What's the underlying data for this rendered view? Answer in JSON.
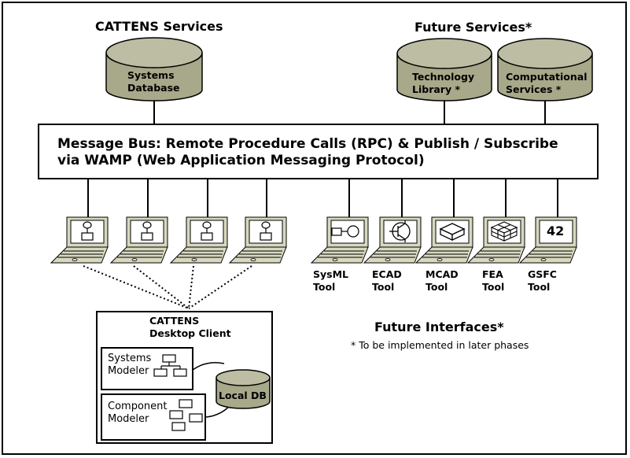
{
  "services": {
    "cattens_title": "CATTENS Services",
    "future_title": "Future Services*",
    "systems_db": [
      "Systems",
      "Database"
    ],
    "tech_library": [
      "Technology",
      "Library *"
    ],
    "comp_services": [
      "Computational",
      "Services *"
    ]
  },
  "bus": {
    "line1": "Message Bus:  Remote Procedure Calls (RPC) & Publish / Subscribe",
    "line2": "via WAMP (Web Application Messaging Protocol)"
  },
  "tools": [
    {
      "line1": "SysML",
      "line2": "Tool",
      "icon": "sysml-block-icon"
    },
    {
      "line1": "ECAD",
      "line2": "Tool",
      "icon": "transistor-icon"
    },
    {
      "line1": "MCAD",
      "line2": "Tool",
      "icon": "3d-box-icon"
    },
    {
      "line1": "FEA",
      "line2": "Tool",
      "icon": "mesh-cube-icon"
    },
    {
      "line1": "GSFC",
      "line2": "Tool",
      "icon_text": "42"
    }
  ],
  "future_interfaces": {
    "title": "Future Interfaces*",
    "note": "* To be implemented in later phases"
  },
  "desktop_client": {
    "title_line1": "CATTENS",
    "title_line2": "Desktop Client",
    "systems_modeler": [
      "Systems",
      "Modeler"
    ],
    "component_modeler": [
      "Component",
      "Modeler"
    ],
    "local_db": "Local DB"
  },
  "colors": {
    "cylinder_fill": "#a8a88a",
    "cylinder_top": "#bdbda4",
    "laptop_body": "#d8d8c0"
  }
}
